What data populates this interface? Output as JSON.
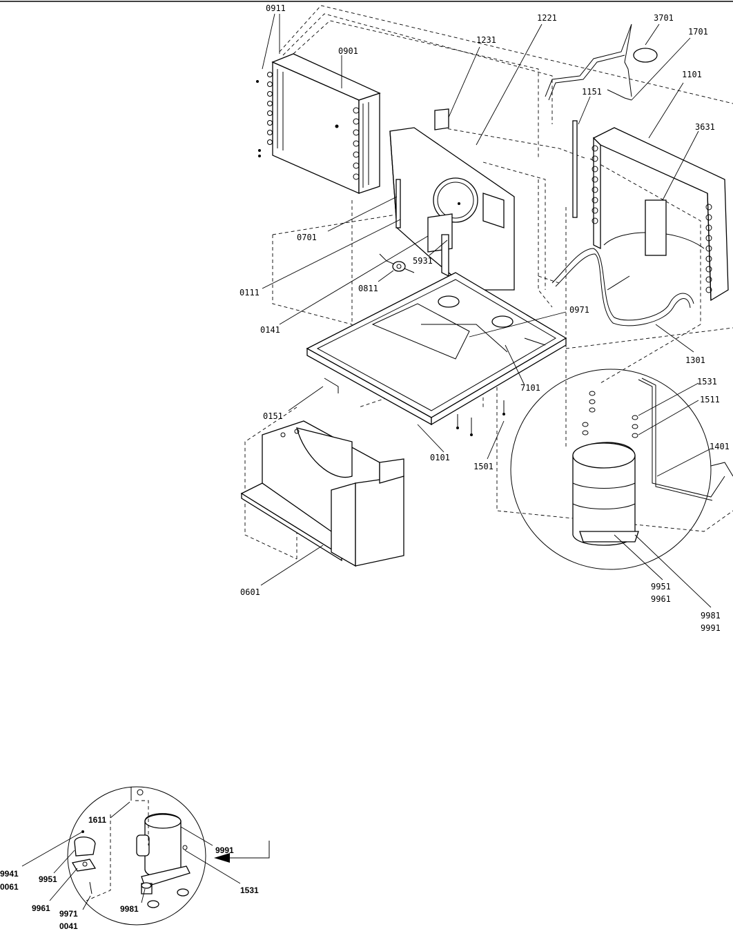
{
  "title": "",
  "callouts": {
    "c0911": "0911",
    "c0901": "0901",
    "c1231": "1231",
    "c1221": "1221",
    "c3701": "3701",
    "c1701": "1701",
    "c1101": "1101",
    "c1151": "1151",
    "c3631": "3631",
    "c0701": "0701",
    "c5931": "5931",
    "c0111": "0111",
    "c0811": "0811",
    "c0971": "0971",
    "c0141": "0141",
    "c1301": "1301",
    "c7101": "7101",
    "c1531": "1531",
    "c1511": "1511",
    "c0151": "0151",
    "c1401": "1401",
    "c0101": "0101",
    "c1501": "1501",
    "c0601": "0601",
    "c9951": "9951",
    "c9961": "9961",
    "c9981": "9981",
    "c9991": "9991"
  },
  "detail_callouts": {
    "d1611": "1611",
    "d9991": "9991",
    "d9941": "9941",
    "d0061": "0061",
    "d9951": "9951",
    "d1531": "1531",
    "d9961": "9961",
    "d9971": "9971",
    "d0041": "0041",
    "d9981": "9981"
  }
}
